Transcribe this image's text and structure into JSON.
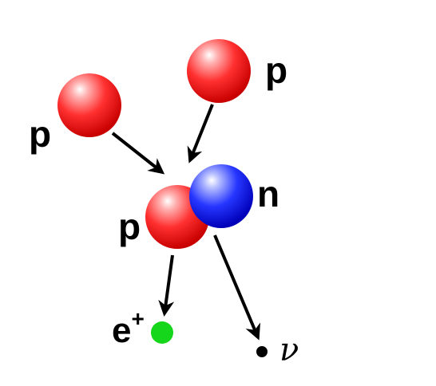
{
  "colors": {
    "proton": "#ff2a2a",
    "neutron": "#1f2bff",
    "positron": "#15d61a",
    "neutrino": "#000000",
    "arrow": "#000000",
    "background": "#ffffff"
  },
  "labels": {
    "proton_left": "p",
    "proton_top": "p",
    "proton_bound": "p",
    "neutron": "n",
    "positron_base": "e",
    "positron_charge": "+",
    "neutrino": "ν"
  }
}
